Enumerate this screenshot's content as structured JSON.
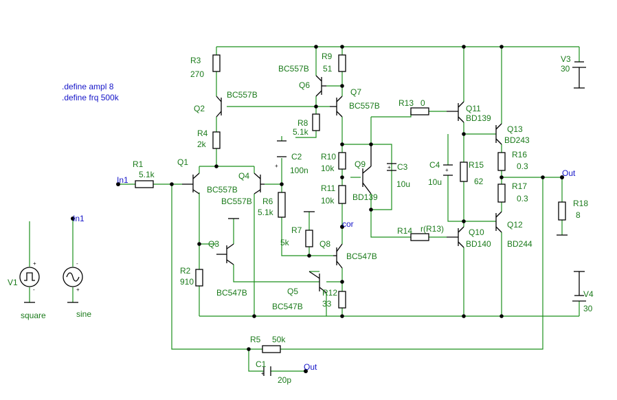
{
  "directives": [
    ".define ampl 8",
    ".define frq 500k"
  ],
  "resistors": [
    {
      "name": "R1",
      "value": "5.1k"
    },
    {
      "name": "R2",
      "value": "910"
    },
    {
      "name": "R3",
      "value": "270"
    },
    {
      "name": "R4",
      "value": "2k"
    },
    {
      "name": "R5",
      "value": "50k"
    },
    {
      "name": "R6",
      "value": "5.1k"
    },
    {
      "name": "R7",
      "value": "5k"
    },
    {
      "name": "R8",
      "value": "5.1k"
    },
    {
      "name": "R9",
      "value": "51"
    },
    {
      "name": "R10",
      "value": "10k"
    },
    {
      "name": "R11",
      "value": "10k"
    },
    {
      "name": "R12",
      "value": "33"
    },
    {
      "name": "R13",
      "value": "0"
    },
    {
      "name": "R14",
      "value": "r(R13)"
    },
    {
      "name": "R15",
      "value": "62"
    },
    {
      "name": "R16",
      "value": "0.3"
    },
    {
      "name": "R17",
      "value": "0.3"
    },
    {
      "name": "R18",
      "value": "8"
    }
  ],
  "capacitors": [
    {
      "name": "C1",
      "value": "20p"
    },
    {
      "name": "C2",
      "value": "100n"
    },
    {
      "name": "C3",
      "value": "10u"
    },
    {
      "name": "C4",
      "value": "10u"
    }
  ],
  "transistors": [
    {
      "name": "Q1",
      "model": "BC557B"
    },
    {
      "name": "Q2",
      "model": "BC557B"
    },
    {
      "name": "Q3",
      "model": "BC547B"
    },
    {
      "name": "Q4",
      "model": "BC557B"
    },
    {
      "name": "Q5",
      "model": "BC547B"
    },
    {
      "name": "Q6",
      "model": "BC557B"
    },
    {
      "name": "Q7",
      "model": "BC557B"
    },
    {
      "name": "Q8",
      "model": "BC547B"
    },
    {
      "name": "Q9",
      "model": "BD139"
    },
    {
      "name": "Q10",
      "model": "BD140"
    },
    {
      "name": "Q11",
      "model": "BD139"
    },
    {
      "name": "Q12",
      "model": "BD244"
    },
    {
      "name": "Q13",
      "model": "BD243"
    }
  ],
  "sources": [
    {
      "name": "V1",
      "type": "square"
    },
    {
      "name": "In1",
      "type": "sine"
    },
    {
      "name": "V3",
      "value": "30"
    },
    {
      "name": "V4",
      "value": "30"
    }
  ],
  "nets": {
    "in1_a": "In1",
    "in1_b": "In1",
    "out_a": "Out",
    "out_b": "Out",
    "cor": "cor"
  },
  "colors": {
    "wire": "#1a8f1a",
    "label": "#1a7a1a",
    "net": "#1414c8",
    "symbol": "#000000"
  }
}
